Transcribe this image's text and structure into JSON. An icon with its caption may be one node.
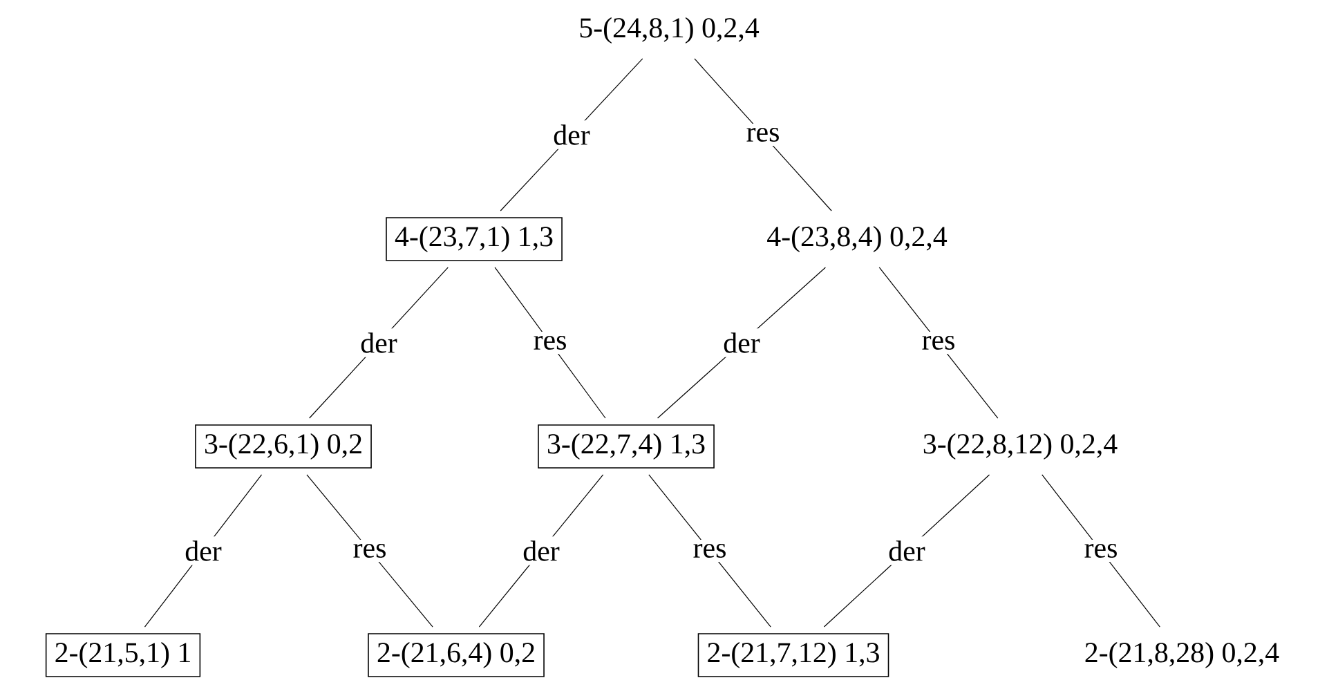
{
  "diagram": {
    "nodes": [
      {
        "text": [
          "5-(24,8,1) 0,2,4"
        ]
      },
      {
        "text": [
          "4-(23,7,1) 1,3"
        ]
      },
      {
        "text": [
          "4-(23,8,4) 0,2,4"
        ]
      },
      {
        "text": [
          "3-(22,6,1) 0,2"
        ]
      },
      {
        "text": [
          "3-(22,7,4) 1,3"
        ]
      },
      {
        "text": [
          "3-(22,8,12) 0,2,4"
        ]
      },
      {
        "text": [
          "2-(21,5,1) 1"
        ]
      },
      {
        "text": [
          "2-(21,6,4) 0,2"
        ]
      },
      {
        "text": [
          "2-(21,7,12) 1,3"
        ]
      },
      {
        "text": [
          "2-(21,8,28) 0,2,4"
        ]
      }
    ],
    "edges": [
      {
        "from": 0,
        "to": 1,
        "arrow": "none",
        "label": "der"
      },
      {
        "from": 0,
        "to": 2,
        "arrow": "none",
        "label": "res"
      },
      {
        "from": 1,
        "to": 3,
        "arrow": "none",
        "label": "der"
      },
      {
        "from": 1,
        "to": 4,
        "arrow": "none",
        "label": "res"
      },
      {
        "from": 2,
        "to": 4,
        "arrow": "none",
        "label": "der"
      },
      {
        "from": 2,
        "to": 5,
        "arrow": "none",
        "label": "res"
      },
      {
        "from": 3,
        "to": 6,
        "arrow": "none",
        "label": "der"
      },
      {
        "from": 3,
        "to": 7,
        "arrow": "none",
        "label": "res"
      },
      {
        "from": 4,
        "to": 7,
        "arrow": "none",
        "label": "der"
      },
      {
        "from": 4,
        "to": 8,
        "arrow": "none",
        "label": "res"
      },
      {
        "from": 5,
        "to": 8,
        "arrow": "none",
        "label": "der"
      },
      {
        "from": 5,
        "to": 9,
        "arrow": "none",
        "label": "res"
      }
    ]
  }
}
